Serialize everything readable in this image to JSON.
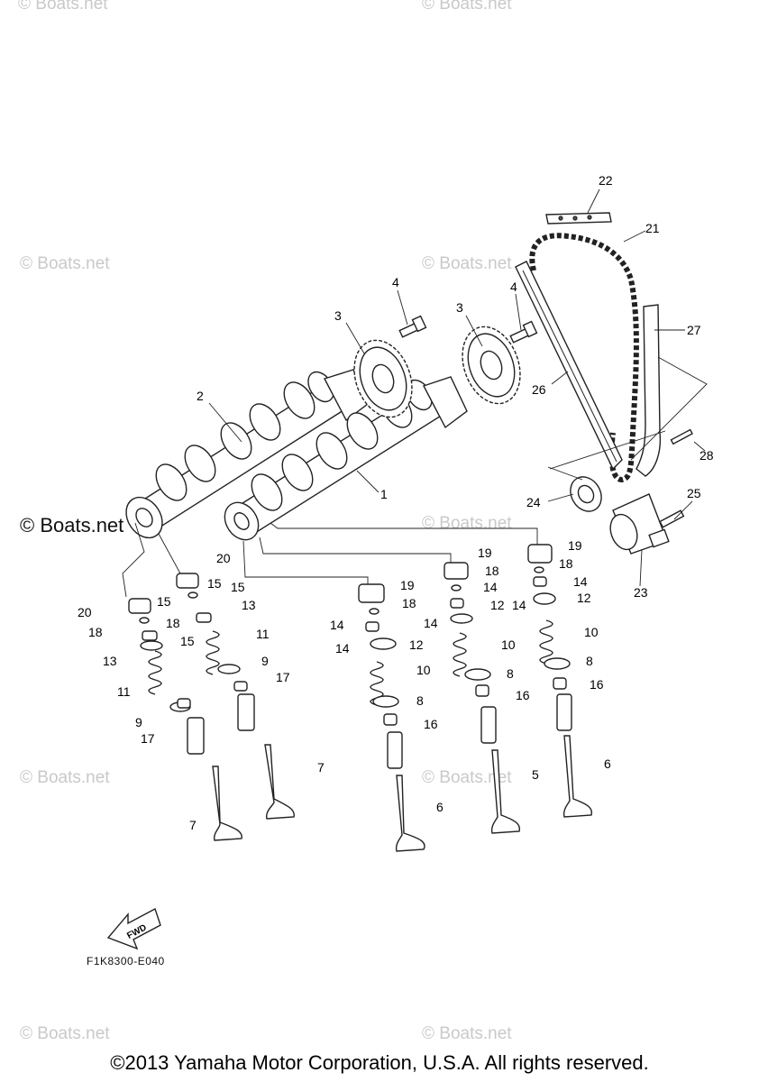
{
  "watermark": "© Boats.net",
  "watermark_prominent": "© Boats.net",
  "reference_code": "F1K8300-E040",
  "fwd_label": "FWD",
  "copyright": "©2013 Yamaha Motor Corporation, U.S.A. All rights reserved.",
  "callouts": [
    "1",
    "2",
    "3",
    "4",
    "5",
    "6",
    "7",
    "8",
    "9",
    "10",
    "11",
    "12",
    "13",
    "14",
    "15",
    "16",
    "17",
    "18",
    "19",
    "20",
    "21",
    "22",
    "23",
    "24",
    "25",
    "26",
    "27",
    "28"
  ]
}
